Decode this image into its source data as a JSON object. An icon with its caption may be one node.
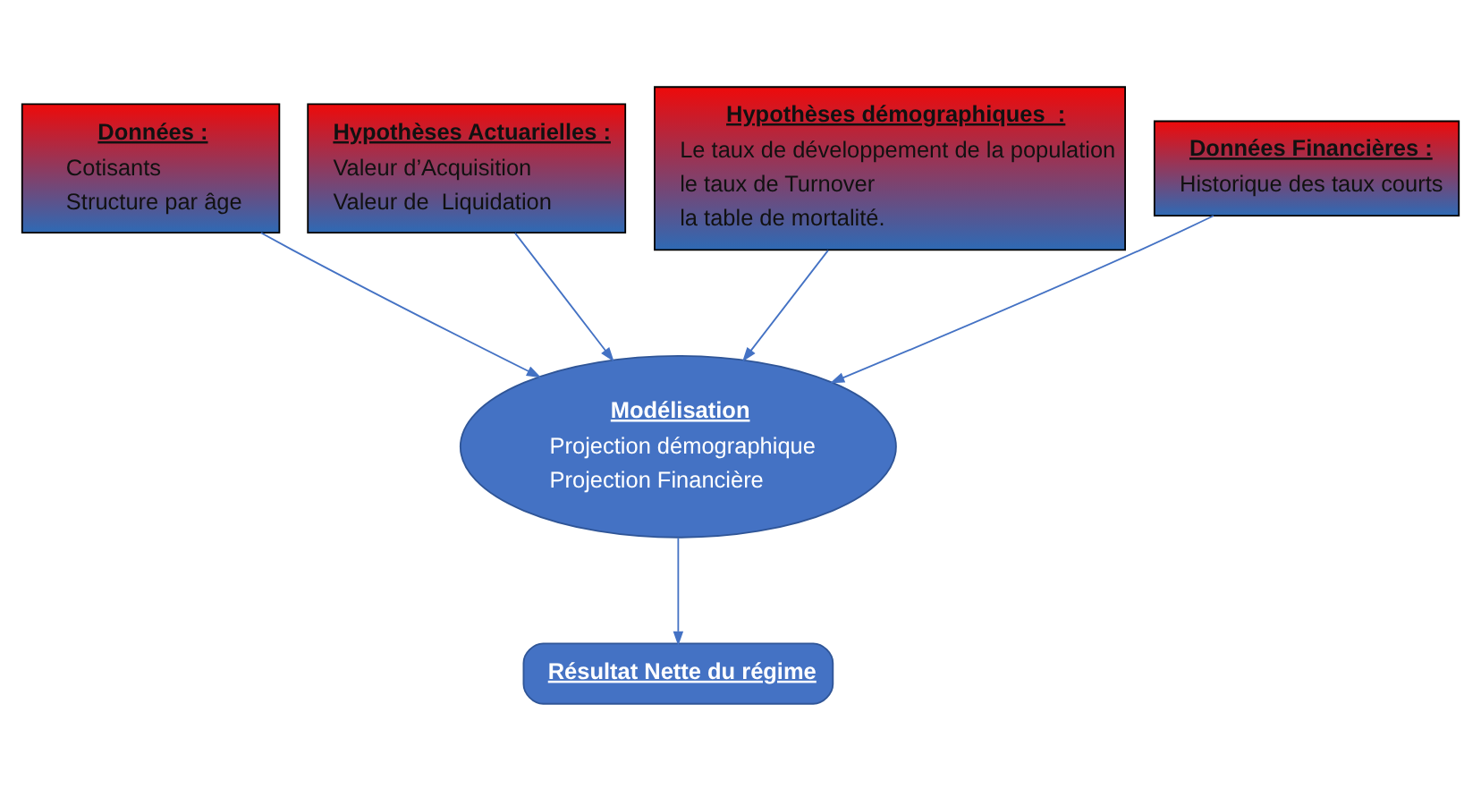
{
  "diagram": {
    "nodes": [
      {
        "text": [
          "Données :",
          "Cotisants",
          "Structure par âge"
        ]
      },
      {
        "text": [
          "Hypothèses Actuarielles :",
          "Valeur d’Acquisition",
          "Valeur de  Liquidation"
        ]
      },
      {
        "text": [
          "Hypothèses démographiques  :",
          "Le taux de développement de la population",
          "le taux de Turnover",
          "la table de mortalité."
        ]
      },
      {
        "text": [
          "Données Financières :",
          "Historique des taux courts"
        ]
      },
      {
        "text": [
          "Modélisation",
          "Projection démographique",
          "Projection Financière"
        ]
      },
      {
        "text": [
          "Résultat Nette du régime"
        ]
      }
    ],
    "edges": [
      {
        "from": 0,
        "to": 4,
        "arrow": "to"
      },
      {
        "from": 1,
        "to": 4,
        "arrow": "to"
      },
      {
        "from": 2,
        "to": 4,
        "arrow": "to"
      },
      {
        "from": 3,
        "to": 4,
        "arrow": "to"
      },
      {
        "from": 4,
        "to": 5,
        "arrow": "to"
      }
    ]
  }
}
